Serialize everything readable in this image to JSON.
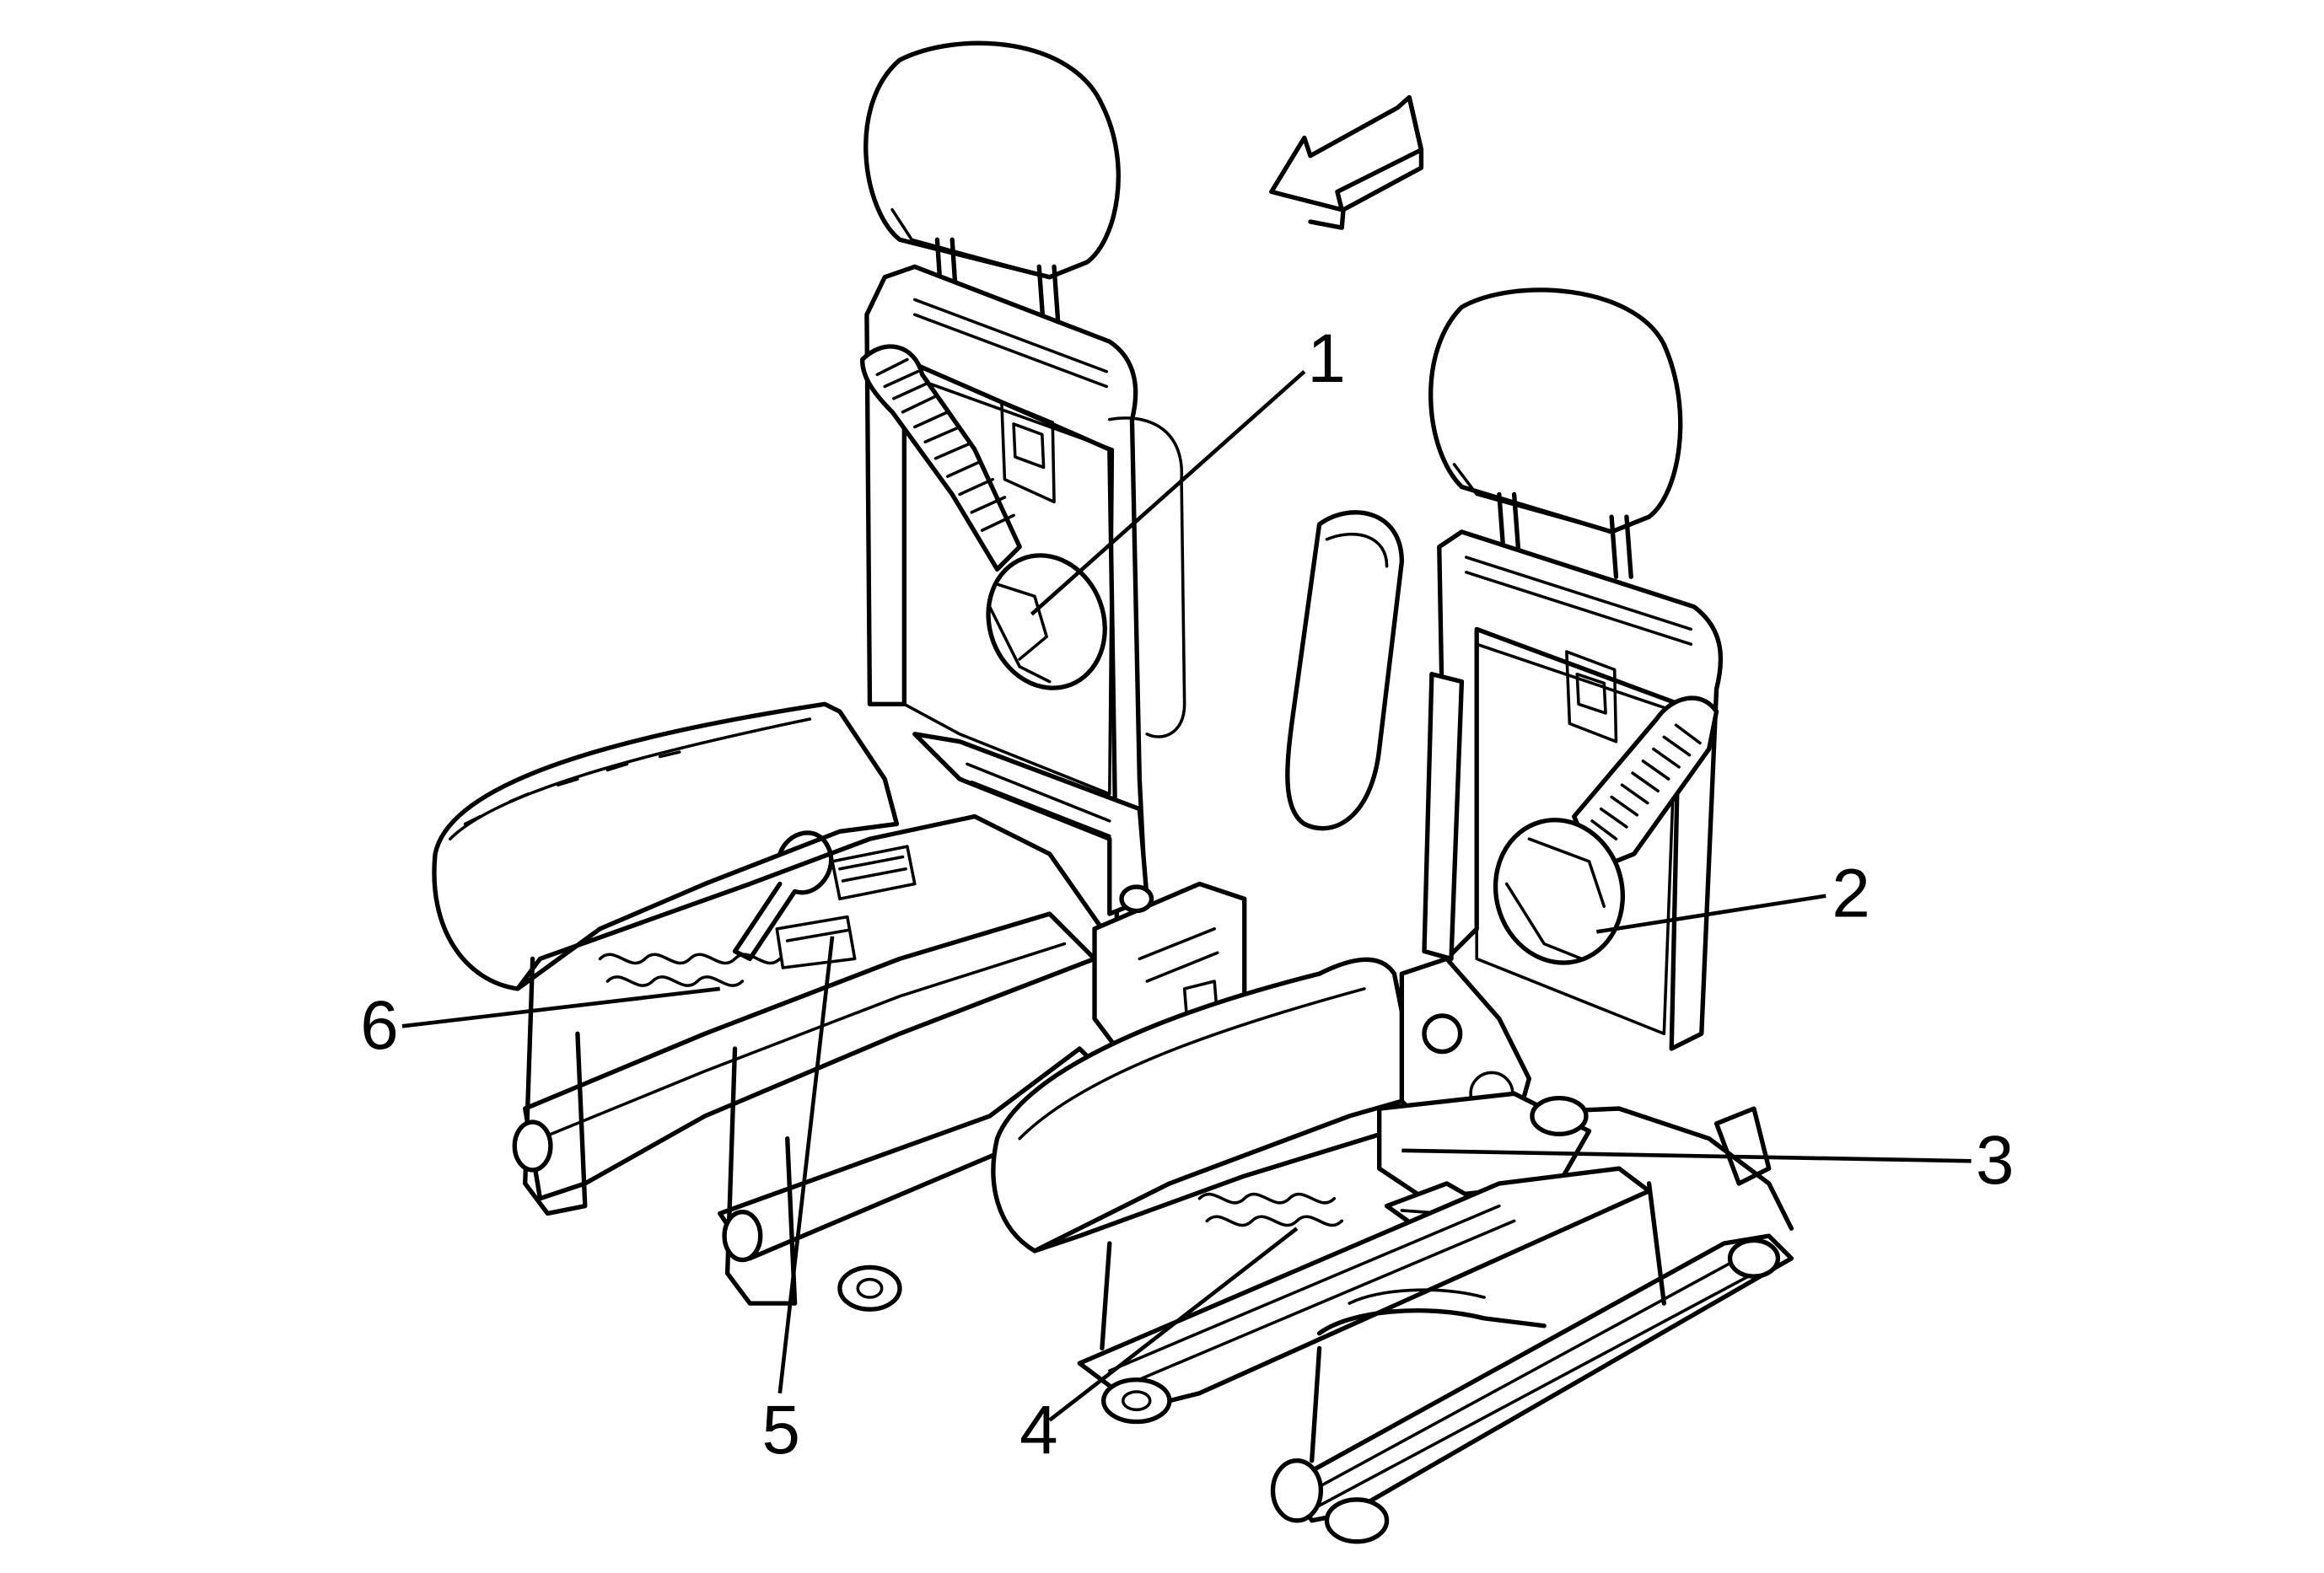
{
  "diagram": {
    "subject": "seat-assembly-exploded-view",
    "colors": {
      "ink": "#000000",
      "paper": "#ffffff"
    },
    "direction_arrow": {
      "icon": "forward-direction-arrow-icon"
    },
    "callouts": [
      {
        "id": "1",
        "label": "1"
      },
      {
        "id": "2",
        "label": "2"
      },
      {
        "id": "3",
        "label": "3"
      },
      {
        "id": "4",
        "label": "4"
      },
      {
        "id": "5",
        "label": "5"
      },
      {
        "id": "6",
        "label": "6"
      }
    ]
  }
}
